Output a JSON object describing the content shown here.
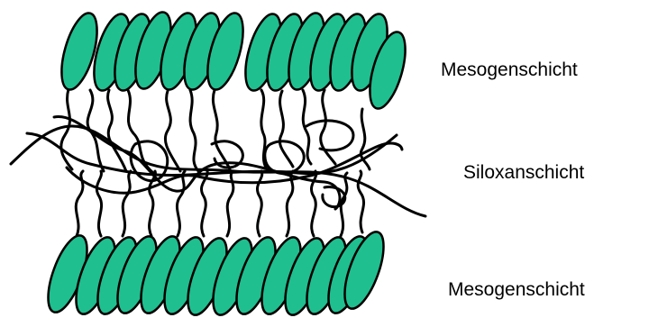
{
  "labels": {
    "top": "Mesogenschicht",
    "middle": "Siloxanschicht",
    "bottom": "Mesogenschicht"
  },
  "colors": {
    "mesogen_fill": "#1fbf8f",
    "outline": "#000000",
    "background": "#ffffff"
  },
  "counts": {
    "top_mesogens": 14,
    "bottom_mesogens": 14
  }
}
